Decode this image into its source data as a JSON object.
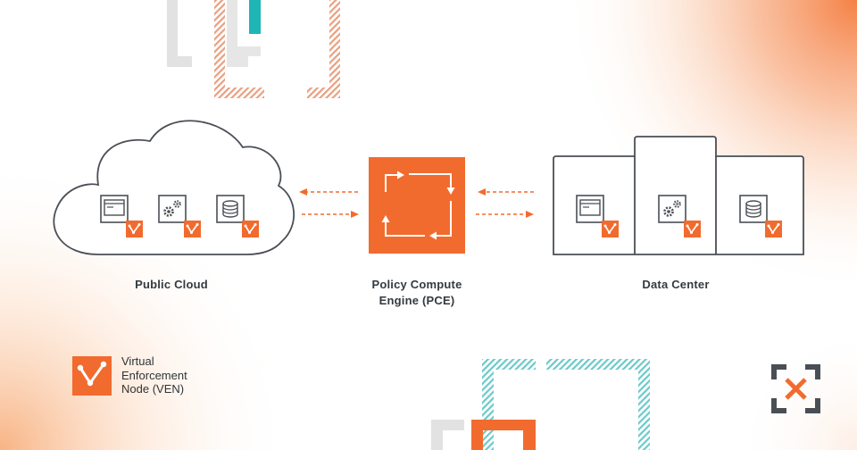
{
  "colors": {
    "accent": "#f26b2e",
    "outline": "#4a4f55",
    "teal": "#1fb5b5",
    "gray": "#e4e4e4",
    "text": "#333a40"
  },
  "nodes": {
    "public_cloud": {
      "label": "Public Cloud",
      "icons": [
        "app-window-icon",
        "gears-icon",
        "database-icon"
      ]
    },
    "pce": {
      "label_line1": "Policy Compute",
      "label_line2": "Engine (PCE)",
      "icon": "cycle-arrows-icon"
    },
    "data_center": {
      "label": "Data Center",
      "icons": [
        "app-window-icon",
        "gears-icon",
        "database-icon"
      ]
    }
  },
  "legend": {
    "line1": "Virtual",
    "line2": "Enforcement",
    "line3": "Node (VEN)",
    "icon": "ven-icon"
  },
  "brand": {
    "icon": "illumio-logo-icon"
  }
}
